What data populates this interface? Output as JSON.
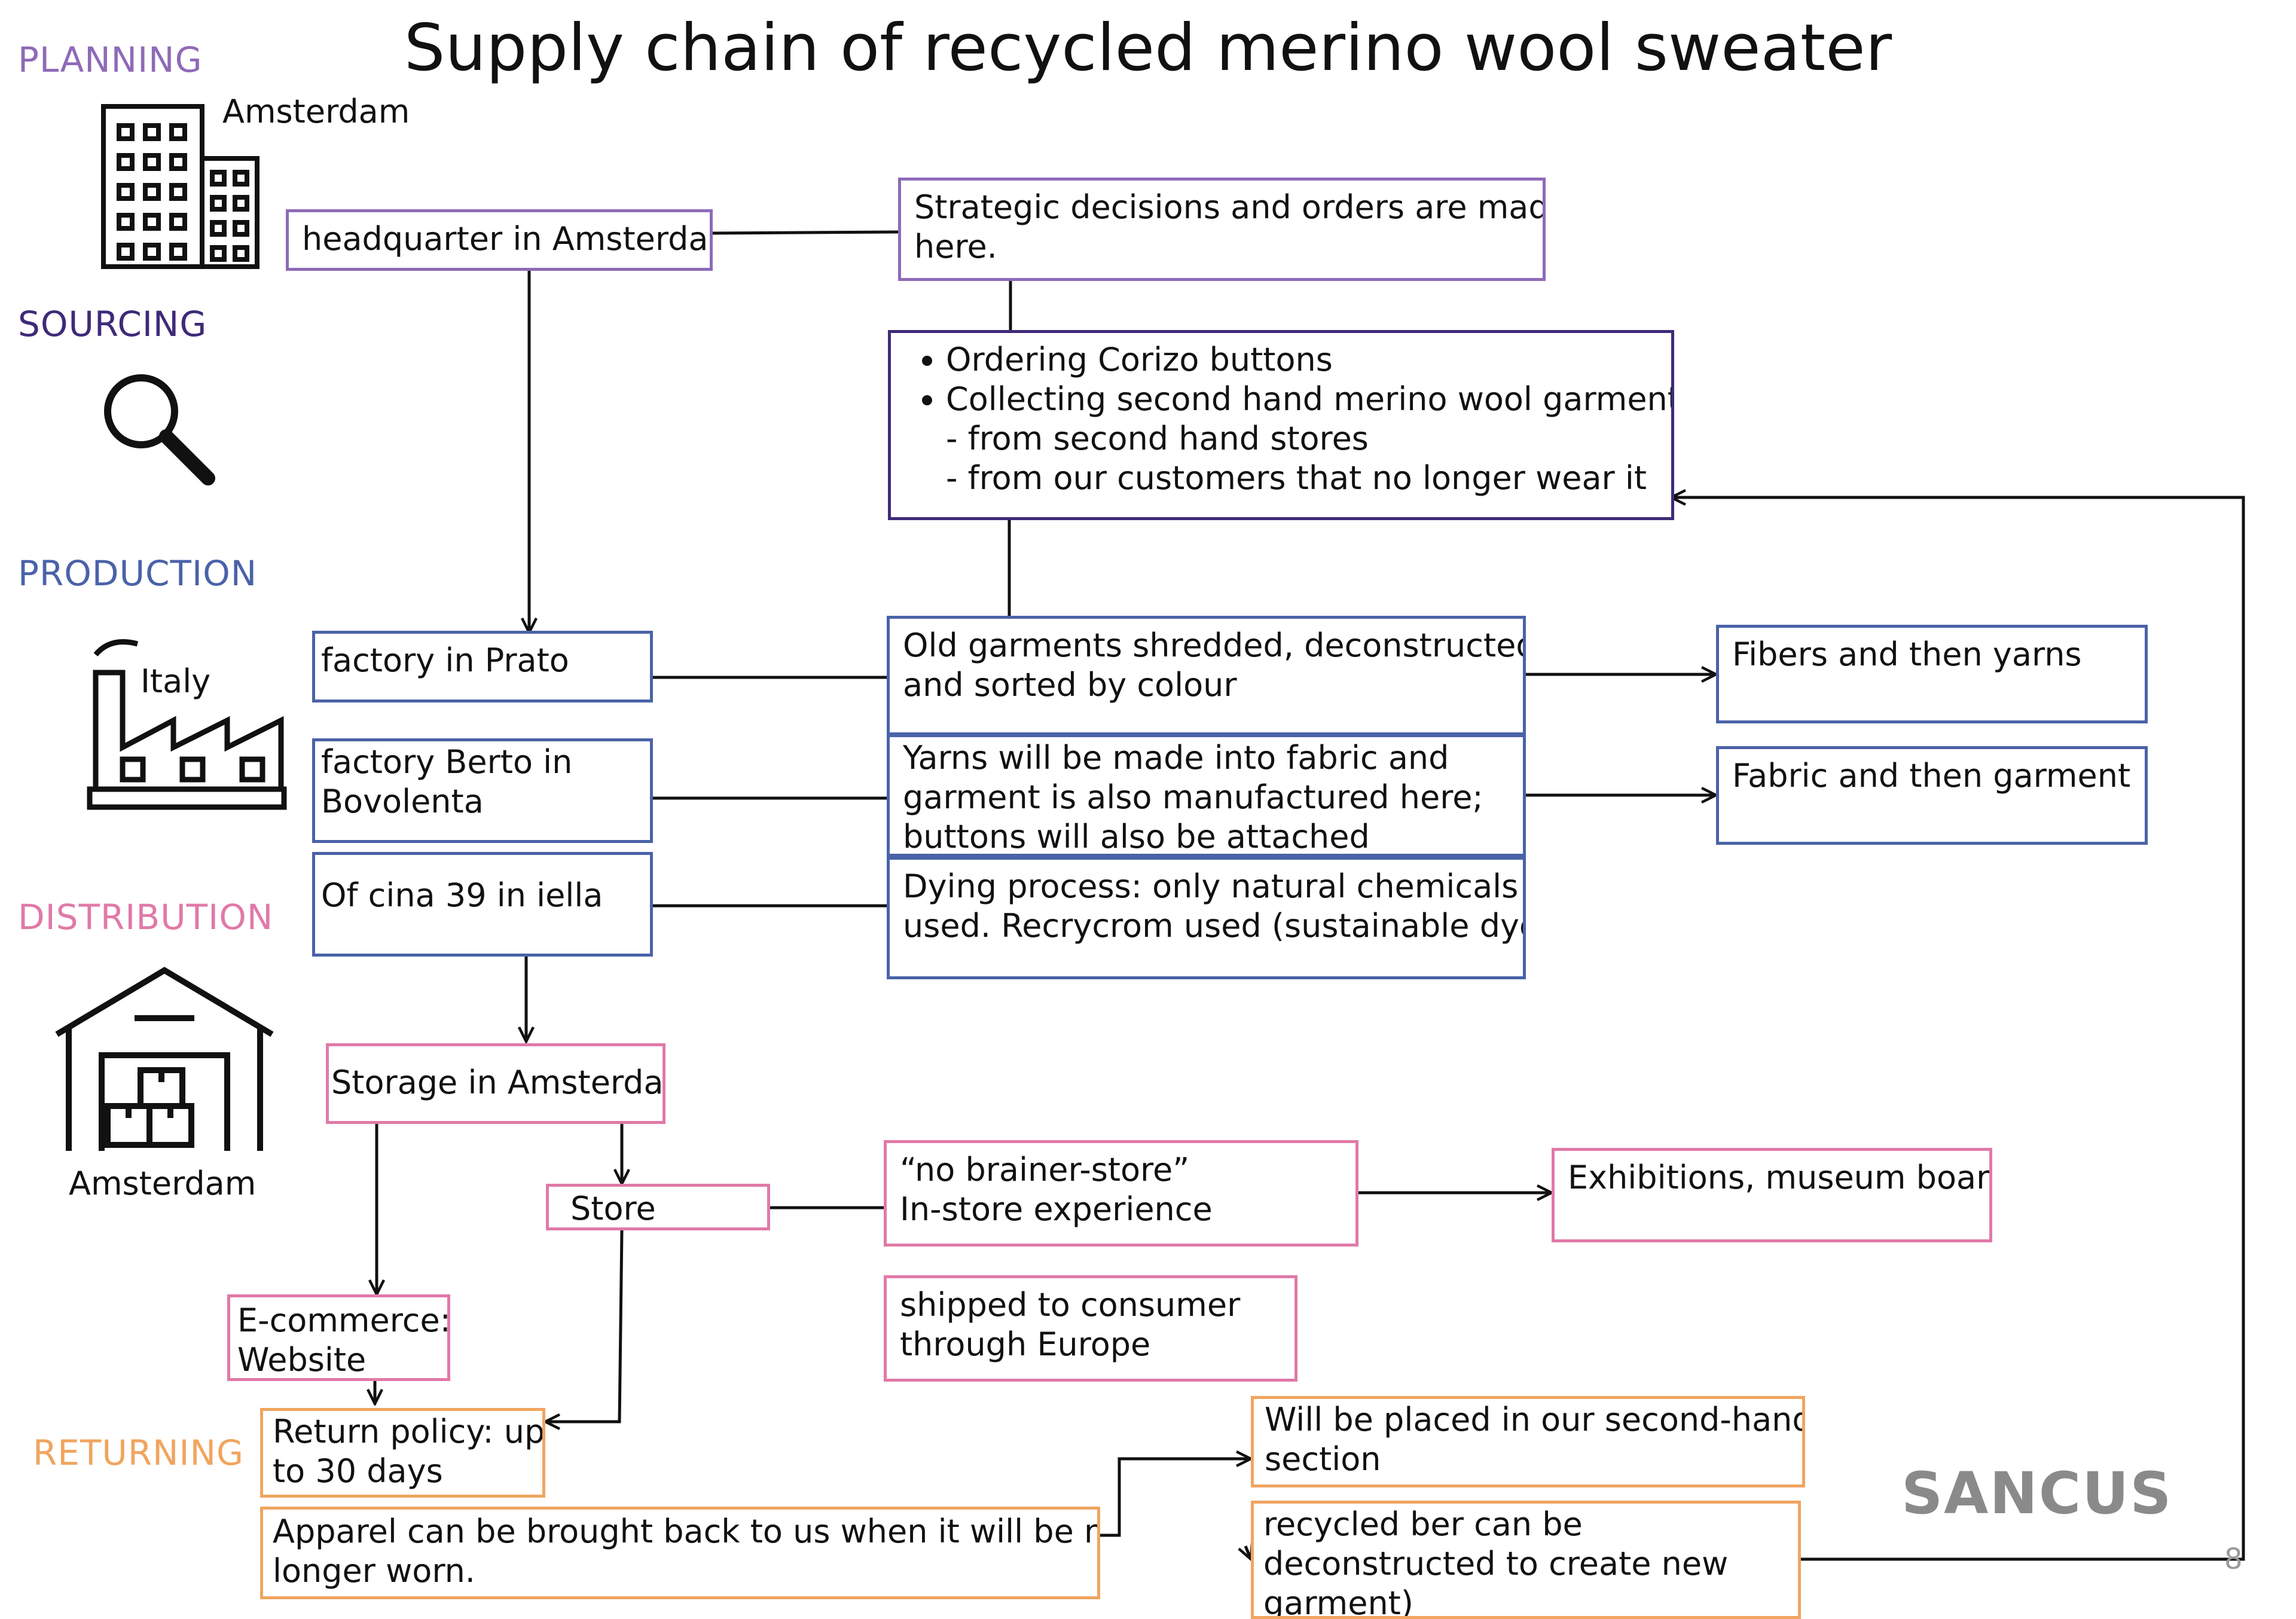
{
  "title": "Supply chain of recycled merino wool sweater",
  "stages": {
    "planning": {
      "label": "PLANNING",
      "place": "Amsterdam",
      "icon": "building-icon",
      "color": "#8f6ab8"
    },
    "sourcing": {
      "label": "SOURCING",
      "icon": "magnifier-icon",
      "color": "#3e2a78"
    },
    "production": {
      "label": "PRODUCTION",
      "place": "Italy",
      "icon": "factory-icon",
      "color": "#4a62a8"
    },
    "distribution": {
      "label": "DISTRIBUTION",
      "place": "Amsterdam",
      "icon": "warehouse-icon",
      "color": "#e07aa8"
    },
    "returning": {
      "label": "RETURNING",
      "color": "#f0a560"
    }
  },
  "boxes": {
    "hq": "headquarter in Amsterdam",
    "strategic": [
      "Strategic decisions and orders are made",
      "here."
    ],
    "sourcing_bullets": [
      "Ordering Corizo buttons",
      "Collecting second hand merino wool garments"
    ],
    "sourcing_sub": [
      "- from second hand stores",
      "- from our customers that no longer wear it"
    ],
    "factory_prato": "factory in Prato",
    "factory_berto": [
      "factory Berto in",
      "Bovolenta"
    ],
    "officina": "Of cina   39 in   iella",
    "shredded": [
      "Old garments shredded, deconstructed",
      "and sorted by colour"
    ],
    "yarns_fabric": [
      "Yarns will be made into fabric and",
      "garment is also manufactured here;",
      "buttons will also be attached"
    ],
    "dying": [
      "Dying process: only natural chemicals",
      "used. Recrycrom used (sustainable dye)"
    ],
    "fibers": "Fibers and then yarns",
    "fabric_garment": "Fabric and then garment",
    "storage": "Storage in Amsterdam",
    "store": "Store",
    "no_brainer": [
      "“no brainer-store”",
      "In-store experience"
    ],
    "exhibitions": "Exhibitions, museum boards",
    "ecommerce": [
      "E-commerce:",
      "Website"
    ],
    "shipped": [
      "shipped to consumer",
      "through Europe"
    ],
    "return_policy": [
      "Return policy: up",
      "to 30 days"
    ],
    "apparel": [
      "Apparel can be brought back to us when it will be no",
      "longer worn."
    ],
    "second_hand": [
      "Will be placed in our second-hand",
      "section"
    ],
    "recycled": [
      "recycled     ber can be",
      "deconstructed to create new",
      "garment)"
    ]
  },
  "logo": "SANCUS",
  "page_number": "8",
  "colors": {
    "purple": "#8f6ab8",
    "dark_purple": "#3e2a78",
    "blue": "#4a62a8",
    "pink": "#e07aa8",
    "orange": "#f0a560",
    "logo_gray": "#8a8a8a"
  }
}
